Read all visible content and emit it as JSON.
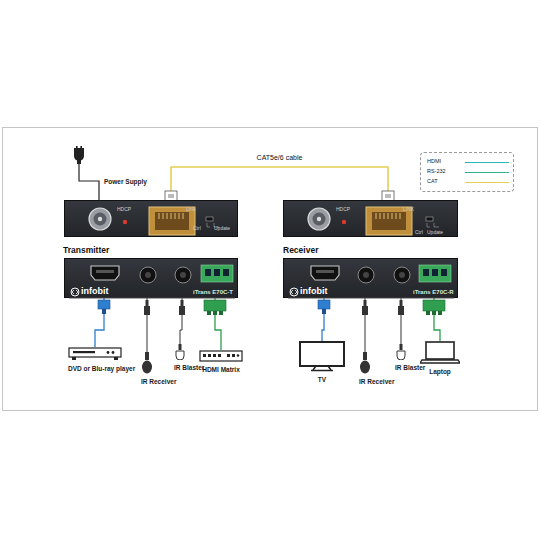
{
  "diagram": {
    "nodes": [
      {
        "text": [
          "HDCP",
          "Link",
          "Ctrl",
          "Update"
        ]
      },
      {
        "text": [
          "Transmitter",
          "infobit",
          "iTrans E70C-T"
        ]
      },
      {
        "text": [
          "HDCP",
          "LINK",
          "Ctrl",
          "Update"
        ]
      },
      {
        "text": [
          "Receiver",
          "infobit",
          "iTrans E70C-R"
        ]
      },
      {
        "text": [
          "Power Supply"
        ]
      },
      {
        "text": [
          "DVD or Blu-ray player"
        ]
      },
      {
        "text": [
          "IR Receiver"
        ]
      },
      {
        "text": [
          "IR Blaster"
        ]
      },
      {
        "text": [
          "HDMI Matrix"
        ]
      },
      {
        "text": [
          "TV"
        ]
      },
      {
        "text": [
          "IR Receiver"
        ]
      },
      {
        "text": [
          "IR Blaster"
        ]
      },
      {
        "text": [
          "Laptop"
        ]
      }
    ],
    "edges": [
      {
        "from": 4,
        "to": 0,
        "arrow": "none"
      },
      {
        "from": 0,
        "to": 2,
        "arrow": "none",
        "label": "CAT5e/6 cable"
      },
      {
        "from": 1,
        "to": 5,
        "arrow": "none"
      },
      {
        "from": 1,
        "to": 6,
        "arrow": "none"
      },
      {
        "from": 1,
        "to": 7,
        "arrow": "none"
      },
      {
        "from": 1,
        "to": 8,
        "arrow": "none"
      },
      {
        "from": 3,
        "to": 9,
        "arrow": "none"
      },
      {
        "from": 3,
        "to": 10,
        "arrow": "none"
      },
      {
        "from": 3,
        "to": 11,
        "arrow": "none"
      },
      {
        "from": 3,
        "to": 12,
        "arrow": "none"
      }
    ],
    "legend": [
      {
        "text": "HDMI"
      },
      {
        "text": "RS-232"
      },
      {
        "text": "CAT"
      }
    ]
  }
}
